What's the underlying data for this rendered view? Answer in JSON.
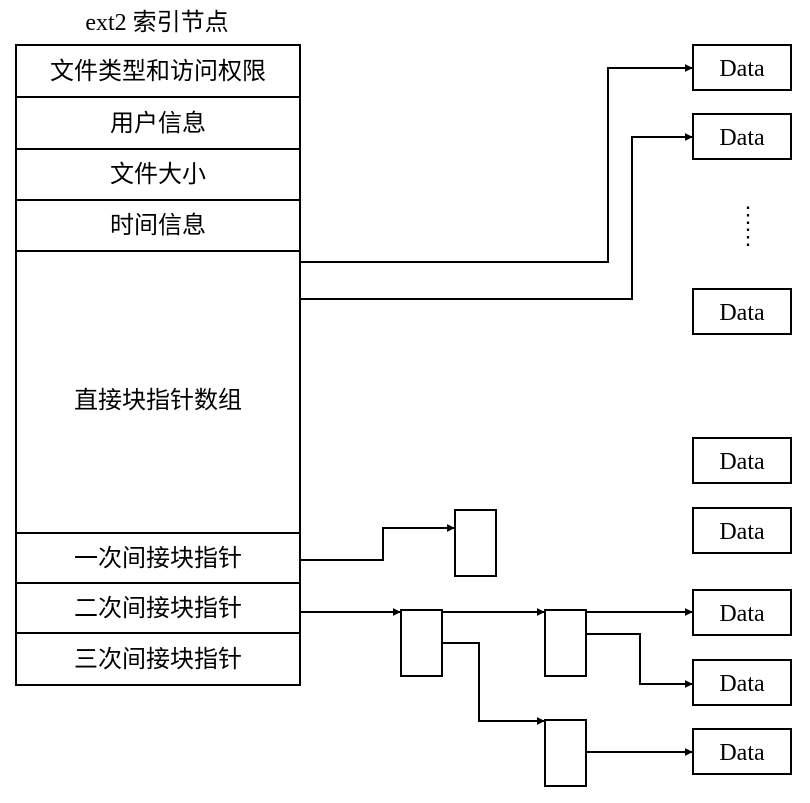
{
  "title": "ext2 索引节点",
  "inode_fields": [
    "文件类型和访问权限",
    "用户信息",
    "文件大小",
    "时间信息",
    "直接块指针数组",
    "一次间接块指针",
    "二次间接块指针",
    "三次间接块指针"
  ],
  "data_label": "Data",
  "ellipsis": "⋮"
}
